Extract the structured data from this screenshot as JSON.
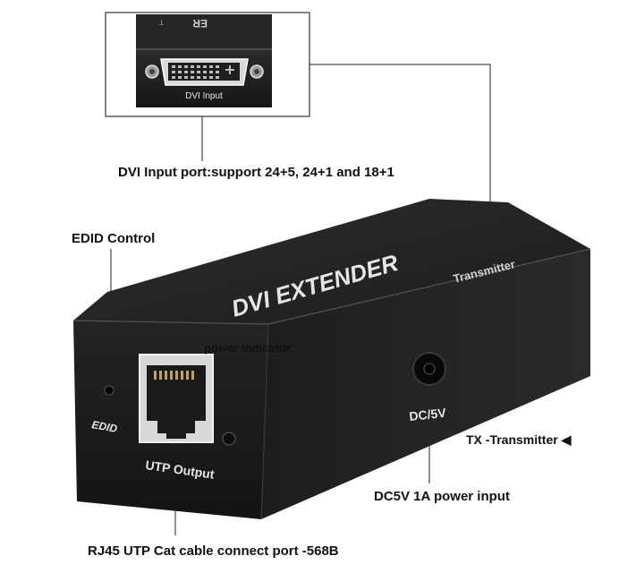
{
  "inset": {
    "port_caption": "DVI Input"
  },
  "device": {
    "brand_text": "DVI EXTENDER",
    "side_text": "Transmitter",
    "edid_text": "EDID",
    "utp_text": "UTP Output",
    "dc_text": "DC/5V"
  },
  "callouts": {
    "dvi_input": "DVI Input port:support 24+5, 24+1 and 18+1",
    "edid_control": "EDID Control",
    "power_indicator": "power indicator",
    "tx_transmitter": "TX -Transmitter ◀",
    "dc_power": "DC5V 1A power input",
    "rj45": "RJ45 UTP Cat cable connect port -568B"
  },
  "colors": {
    "body_dark": "#1b1b1b",
    "body_top": "#262626",
    "line": "#222222",
    "text": "#111111"
  }
}
